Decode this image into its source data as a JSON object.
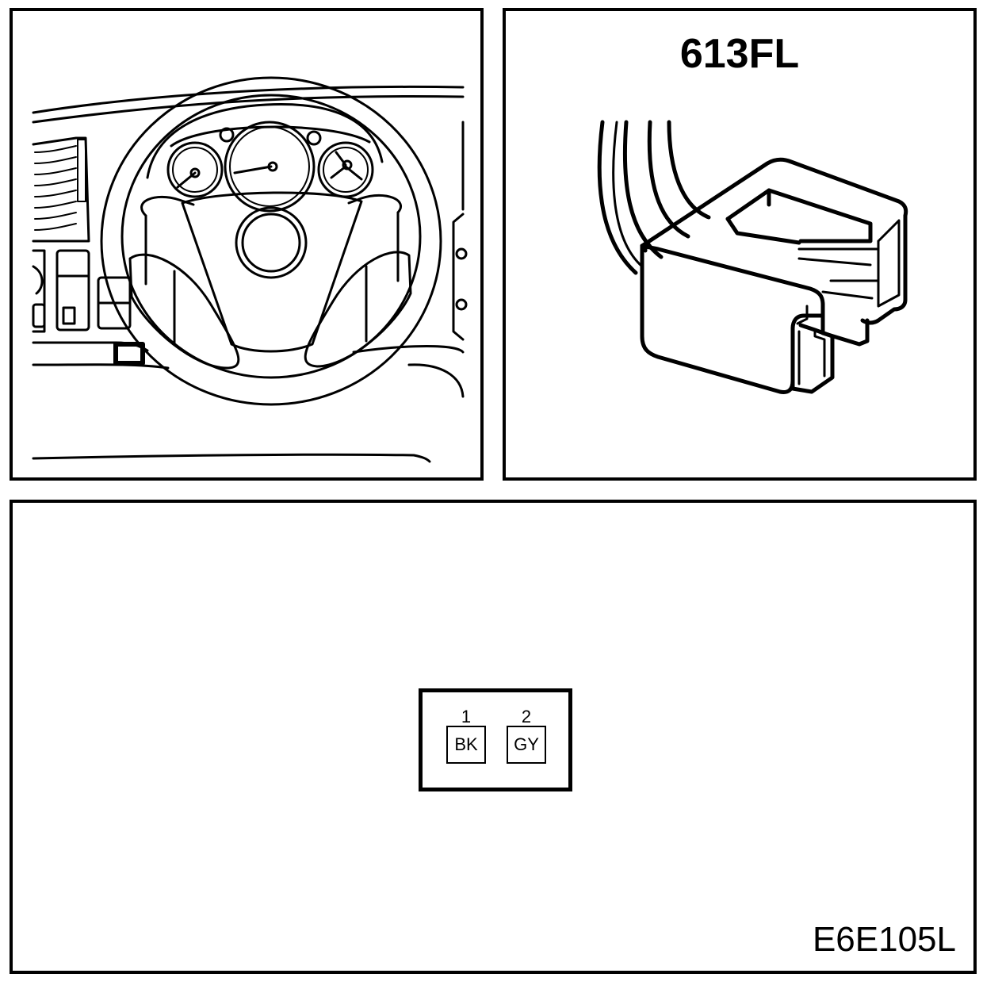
{
  "connector": {
    "title": "613FL",
    "pins": [
      {
        "number": "1",
        "color": "BK"
      },
      {
        "number": "2",
        "color": "GY"
      }
    ]
  },
  "figure_code": "E6E105L",
  "colors": {
    "line": "#000000",
    "background": "#ffffff"
  },
  "icons": {
    "location": "steering-wheel-dashboard-icon",
    "connector": "two-pin-connector-icon",
    "marker": "connector-location-marker-icon"
  }
}
